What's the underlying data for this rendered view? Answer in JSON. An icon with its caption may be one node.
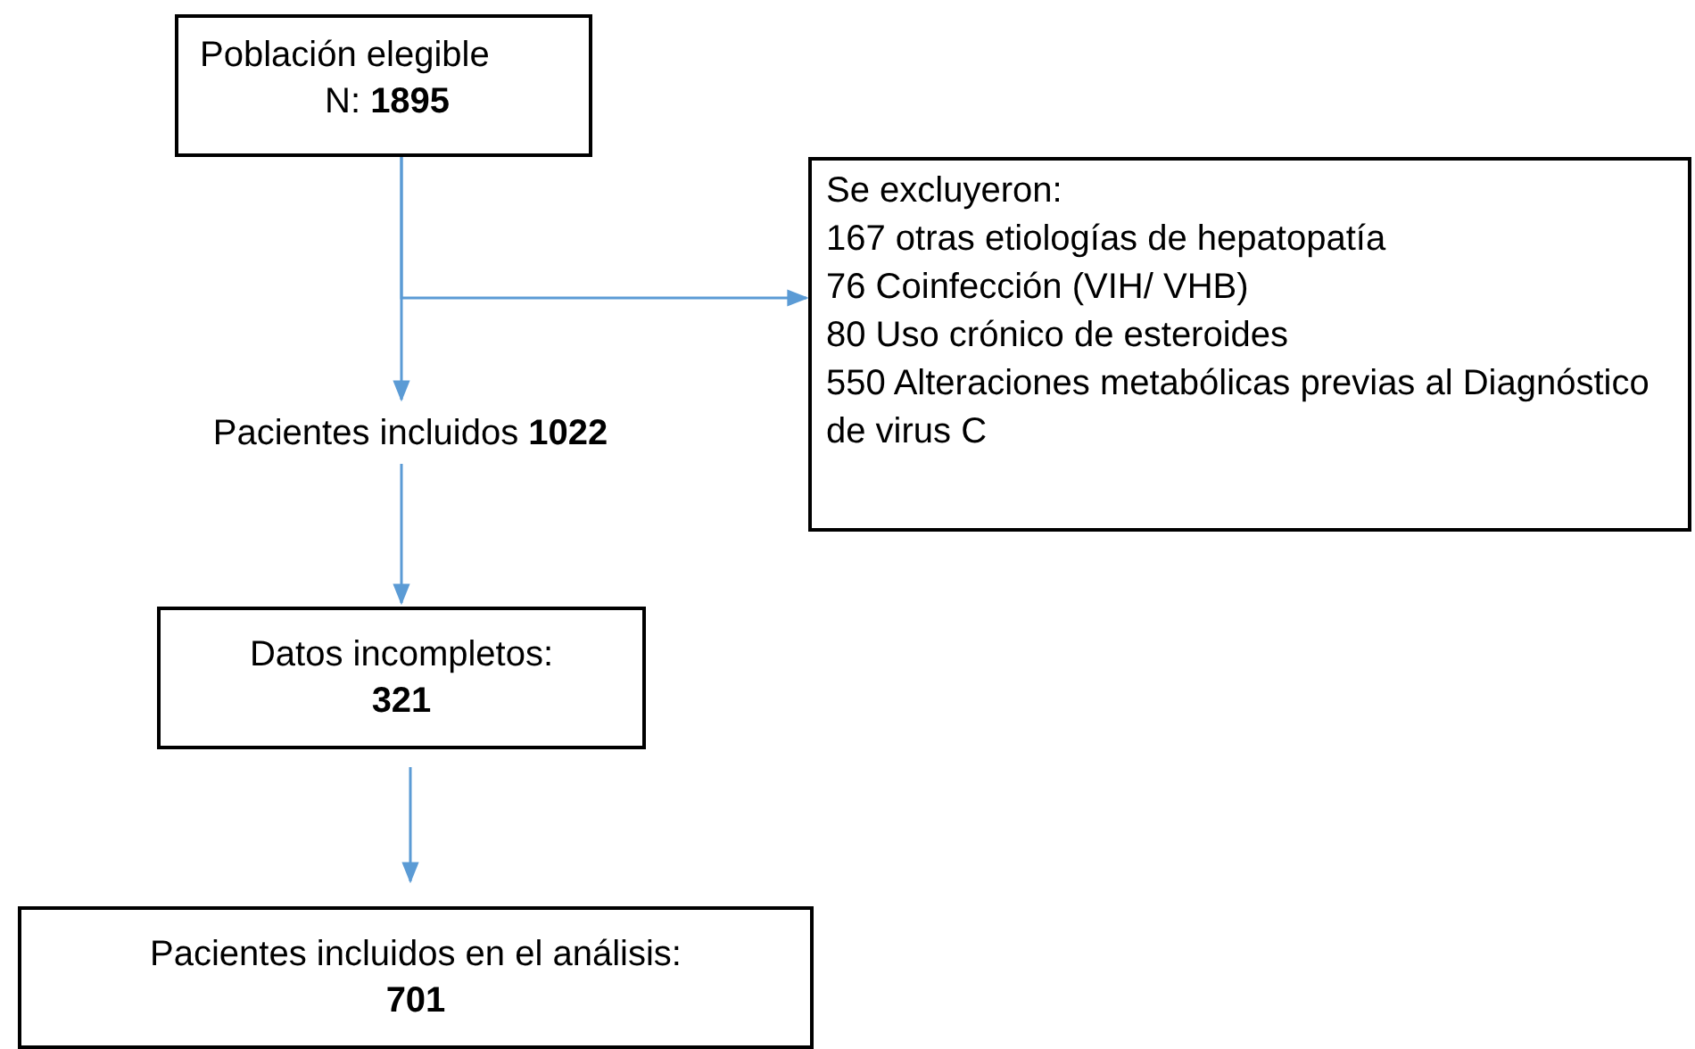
{
  "diagram": {
    "nodes": [
      {
        "text": [
          "Población elegible",
          "N: **1895**"
        ]
      },
      {
        "text": [
          "Pacientes incluidos **1022**"
        ]
      },
      {
        "text": [
          "Se excluyeron:",
          "167 otras etiologías de hepatopatía",
          "76 Coinfección (VIH/ VHB)",
          "80 Uso crónico de esteroides",
          "550 Alteraciones metabólicas previas al Diagnóstico de virus C"
        ]
      },
      {
        "text": [
          "Datos incompletos:",
          "321"
        ]
      },
      {
        "text": [
          "Pacientes incluidos en el análisis:",
          "701"
        ]
      }
    ],
    "edges": [
      {
        "from": 0,
        "to": 1,
        "arrow": "to"
      },
      {
        "from": 0,
        "to": 2,
        "arrow": "to"
      },
      {
        "from": 1,
        "to": 3,
        "arrow": "to"
      },
      {
        "from": 3,
        "to": 4,
        "arrow": "to"
      }
    ]
  }
}
